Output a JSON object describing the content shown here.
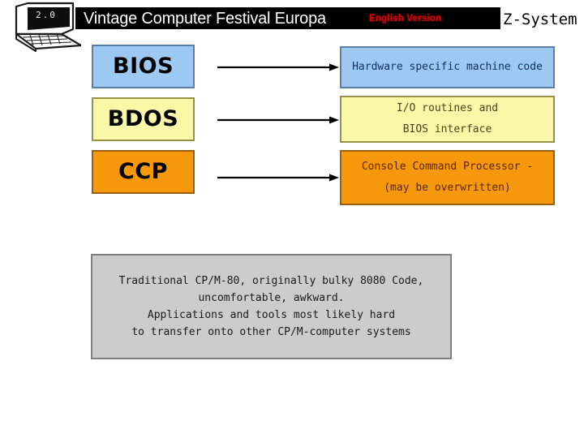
{
  "header": {
    "logo_icon": "vintage-laptop-icon",
    "logo_screen_text": "2.0",
    "festival_title": "Vintage Computer Festival Europa",
    "english_version_label": "English Version",
    "english_version_color": "#e00000",
    "banner_background": "#000000",
    "zsystem_label": "Z-System"
  },
  "diagram": {
    "layers": [
      {
        "name": "BIOS",
        "fill": "#9CC8F2",
        "border": "#5A7EA8",
        "description_lines": [
          "Hardware specific machine code"
        ],
        "description_text_color": "#12305E",
        "arrow_icon": "arrow-right-icon"
      },
      {
        "name": "BDOS",
        "fill": "#FAF8A8",
        "border": "#97914A",
        "description_lines": [
          "I/O routines and",
          "BIOS interface"
        ],
        "description_text_color": "#4A4418",
        "arrow_icon": "arrow-right-icon"
      },
      {
        "name": "CCP",
        "fill": "#F6980C",
        "border": "#9C6008",
        "description_lines": [
          "Console Command Processor -",
          "(may be overwritten)"
        ],
        "description_text_color": "#5E2408",
        "arrow_icon": "arrow-right-icon"
      }
    ]
  },
  "footnote": {
    "fill": "#CCCCCC",
    "border": "#808080",
    "lines": [
      "Traditional CP/M-80, originally bulky 8080 Code,",
      "uncomfortable, awkward.",
      "Applications and tools most likely hard",
      "to transfer onto other CP/M-computer systems"
    ]
  }
}
